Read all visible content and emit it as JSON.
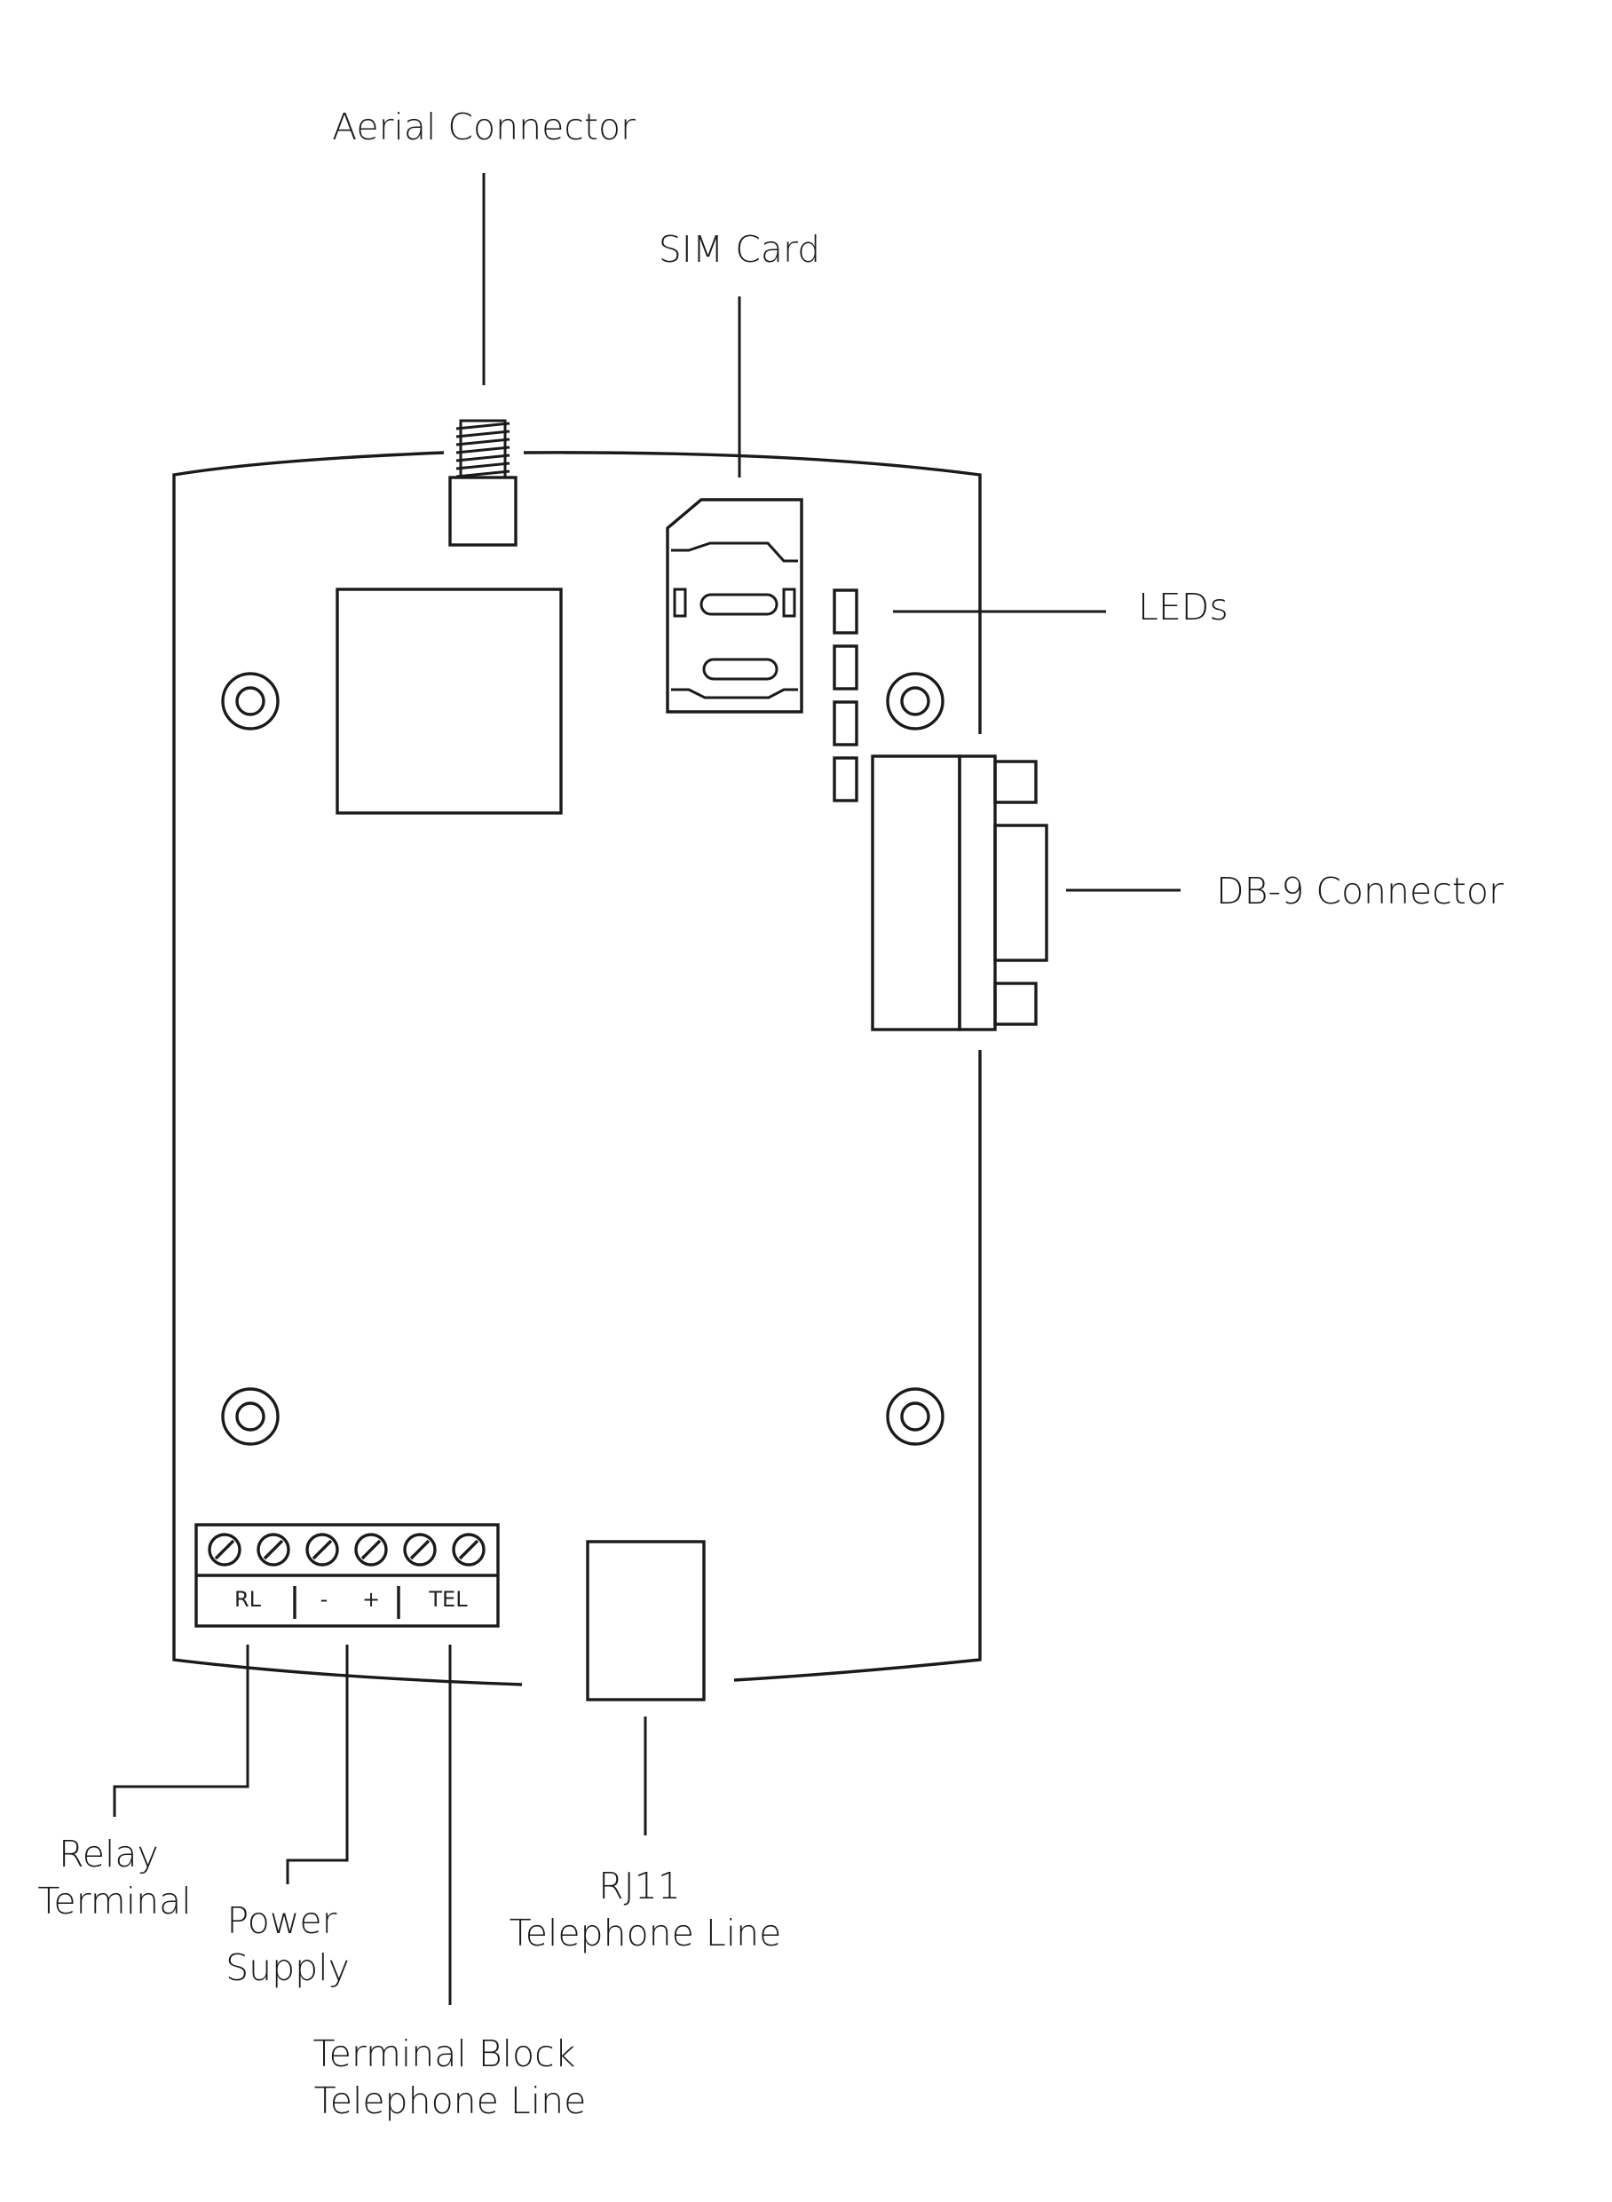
{
  "labels": {
    "aerial_connector": "Aerial Connector",
    "sim_card": "SIM Card",
    "leds": "LEDs",
    "db9_connector": "DB-9 Connector",
    "relay_terminal": [
      "Relay",
      "Terminal"
    ],
    "power_supply": [
      "Power",
      "Supply"
    ],
    "terminal_block_telephone_line": [
      "Terminal Block",
      "Telephone Line"
    ],
    "rj11_telephone_line": [
      "RJ11",
      "Telephone Line"
    ]
  },
  "terminal_block": {
    "screw_count": 6,
    "markings": [
      "RL",
      "-",
      "+",
      "TEL"
    ]
  },
  "led_count": 4,
  "mounting_hole_count": 4,
  "colors": {
    "line": "#1a1a1a",
    "background": "#ffffff"
  }
}
